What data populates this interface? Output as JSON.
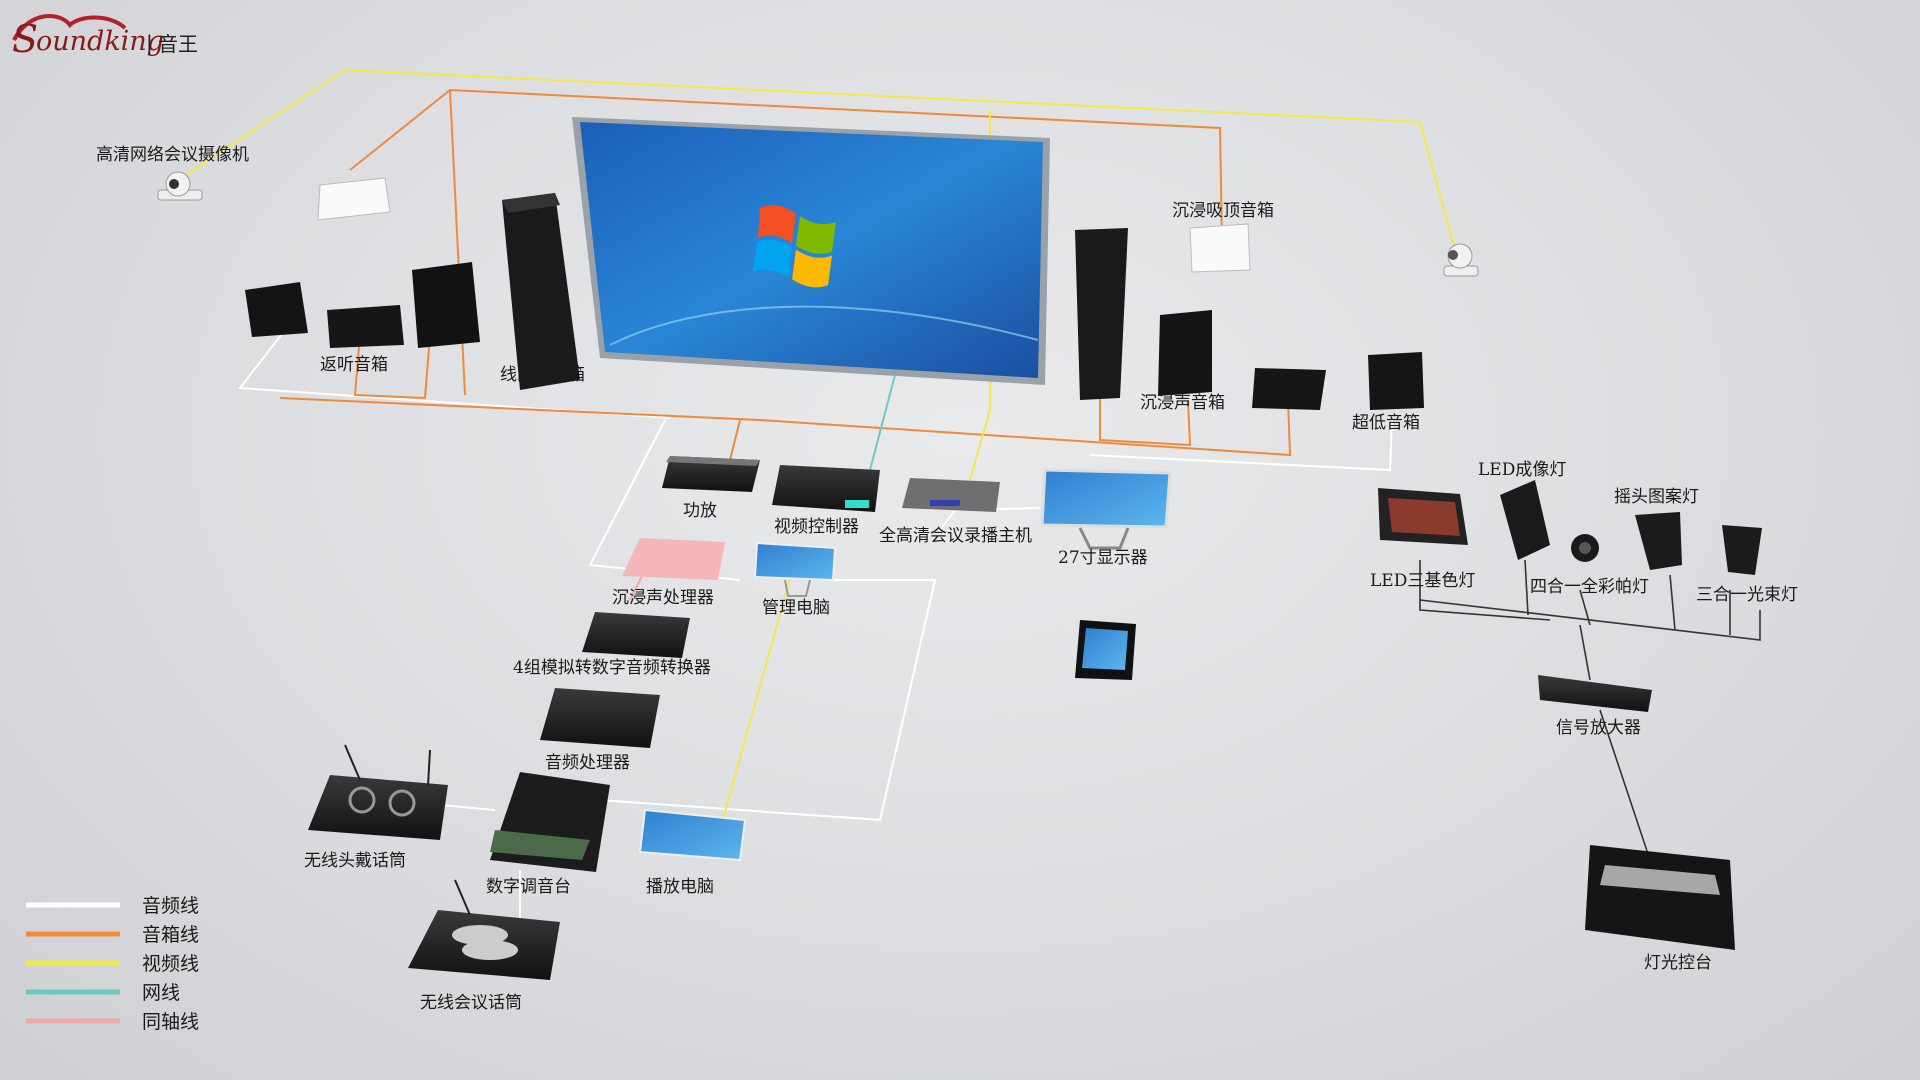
{
  "logo": {
    "brand": "oundking",
    "divider": "|",
    "chinese": "音王"
  },
  "colors": {
    "audio": "#ffffff",
    "speaker": "#f08a3a",
    "video": "#f2e84a",
    "network": "#6cc9c4",
    "coax": "#f2a9a9"
  },
  "labels": {
    "camera_hd": "高清网络会议摄像机",
    "monitor_speaker": "返听音箱",
    "line_array": "线阵列音箱",
    "ceiling_speaker": "沉浸吸顶音箱",
    "immersive_speaker": "沉浸声音箱",
    "subwoofer": "超低音箱",
    "amplifier": "功放",
    "video_controller": "视频控制器",
    "recorder": "全高清会议录播主机",
    "display_27": "27寸显示器",
    "immersive_processor": "沉浸声处理器",
    "admin_pc": "管理电脑",
    "converter": "4组模拟转数字音频转换器",
    "audio_processor": "音频处理器",
    "wireless_headset": "无线头戴话筒",
    "digital_mixer": "数字调音台",
    "playback_pc": "播放电脑",
    "wireless_mic": "无线会议话筒",
    "led_imaging": "LED成像灯",
    "moving_pattern": "摇头图案灯",
    "led_tricolor": "LED三基色灯",
    "par_light": "四合一全彩帕灯",
    "beam_light": "三合一光束灯",
    "signal_amp": "信号放大器",
    "light_console": "灯光控台"
  },
  "legend": [
    {
      "key": "audio",
      "label": "音频线"
    },
    {
      "key": "speaker",
      "label": "音箱线"
    },
    {
      "key": "video",
      "label": "视频线"
    },
    {
      "key": "network",
      "label": "网线"
    },
    {
      "key": "coax",
      "label": "同轴线"
    }
  ]
}
